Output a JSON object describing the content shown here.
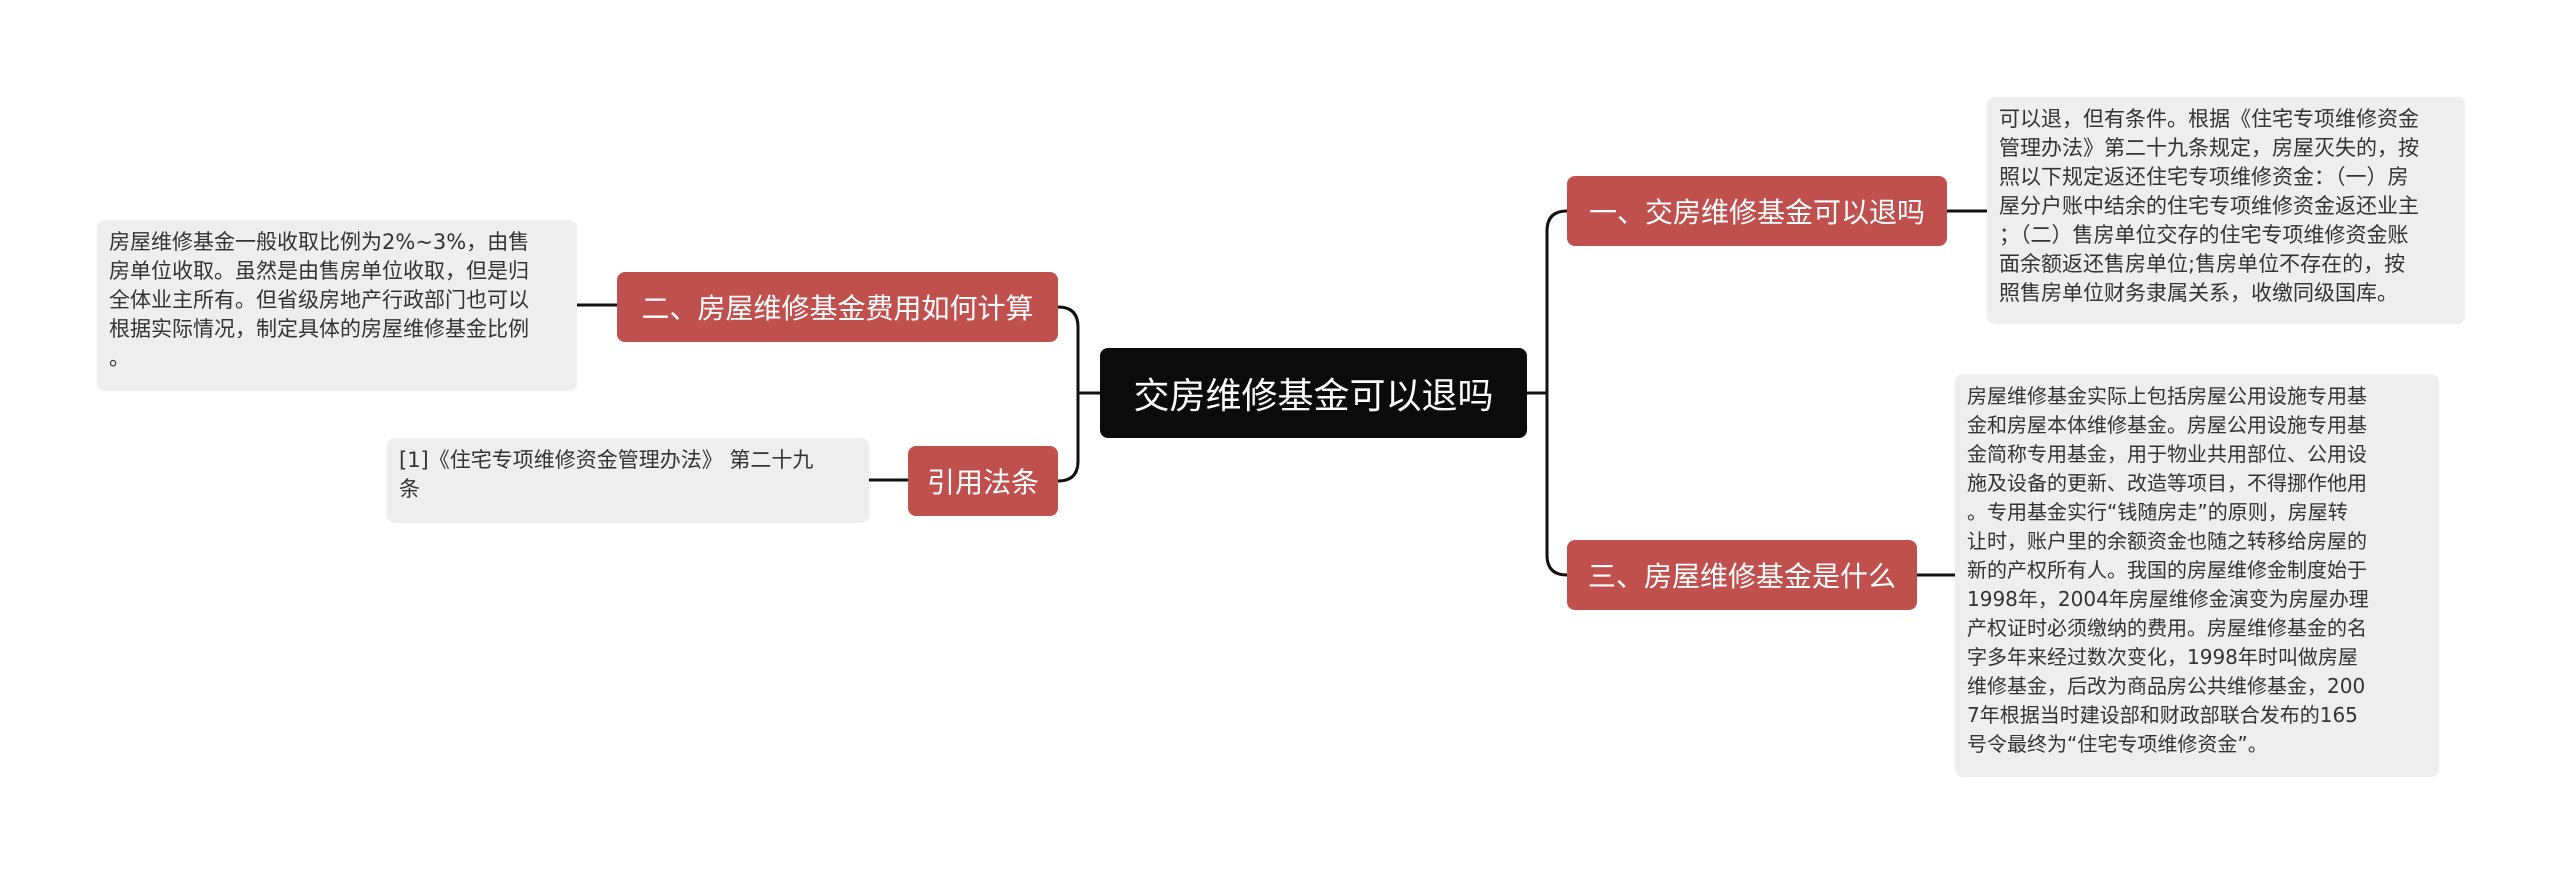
{
  "root": {
    "title": "交房维修基金可以退吗"
  },
  "branches": [
    {
      "label": "一、交房维修基金可以退吗",
      "detail": "可以退，但有条件。根据《住宅专项维修资金\n管理办法》第二十九条规定，房屋灭失的，按\n照以下规定返还住宅专项维修资金：（一）房\n屋分户账中结余的住宅专项维修资金返还业主\n；（二）售房单位交存的住宅专项维修资金账\n面余额返还售房单位;售房单位不存在的，按\n照售房单位财务隶属关系，收缴同级国库。"
    },
    {
      "label": "二、房屋维修基金费用如何计算",
      "detail": "房屋维修基金一般收取比例为2%~3%，由售\n房单位收取。虽然是由售房单位收取，但是归\n全体业主所有。但省级房地产行政部门也可以\n根据实际情况，制定具体的房屋维修基金比例\n。"
    },
    {
      "label": "三、房屋维修基金是什么",
      "detail": "房屋维修基金实际上包括房屋公用设施专用基\n金和房屋本体维修基金。房屋公用设施专用基\n金简称专用基金，用于物业共用部位、公用设\n施及设备的更新、改造等项目，不得挪作他用\n。专用基金实行“钱随房走”的原则，房屋转\n让时，账户里的余额资金也随之转移给房屋的\n新的产权所有人。我国的房屋维修金制度始于\n1998年，2004年房屋维修金演变为房屋办理\n产权证时必须缴纳的费用。房屋维修基金的名\n字多年来经过数次变化，1998年时叫做房屋\n维修基金，后改为商品房公共维修基金，200\n7年根据当时建设部和财政部联合发布的165\n号令最终为“住宅专项维修资金”。"
    },
    {
      "label": "引用法条",
      "detail": "[1]《住宅专项维修资金管理办法》 第二十九\n条"
    }
  ],
  "colors": {
    "root_bg": "#0b0b0b",
    "branch_bg": "#c0504d",
    "leaf_bg": "#eeeeee",
    "connector": "#111111"
  }
}
